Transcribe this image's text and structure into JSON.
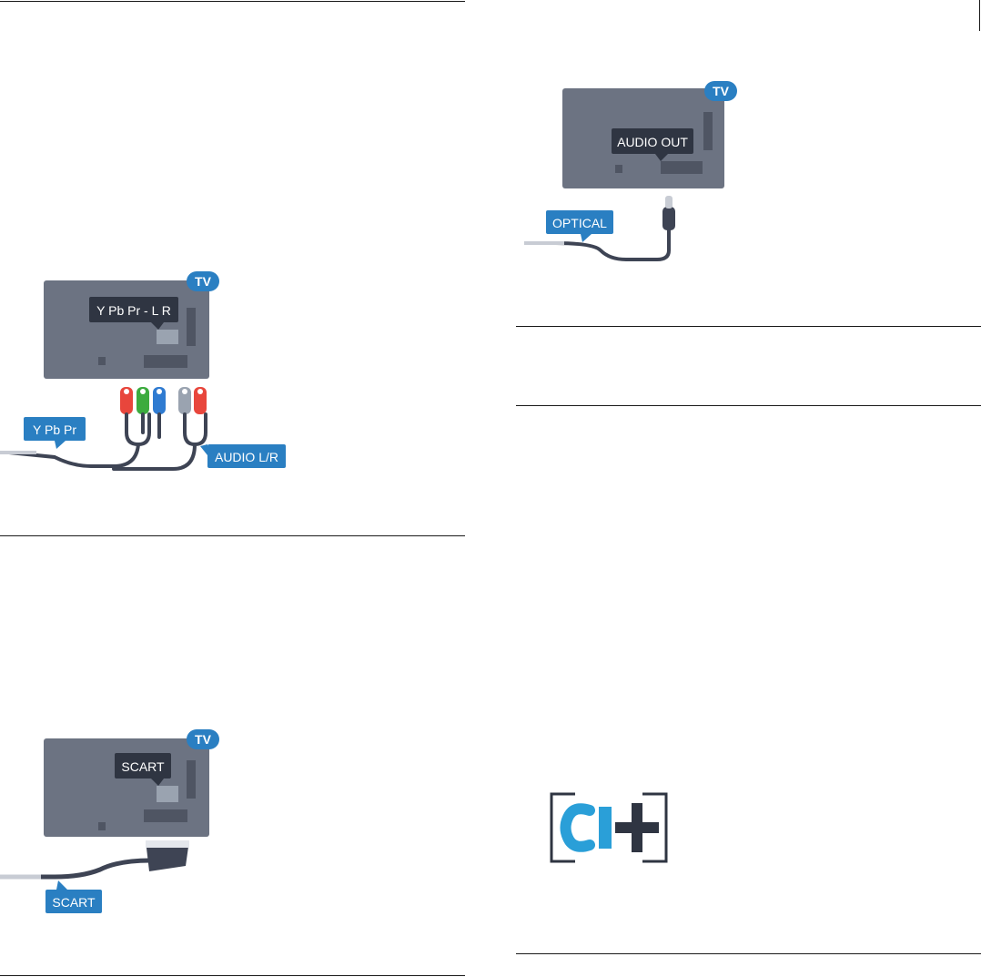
{
  "colors": {
    "tv_panel": "#6c7382",
    "tv_panel_dark": "#4f5563",
    "callout_dark": "#2f3542",
    "callout_blue": "#2a7fc2",
    "cable": "#3e4454",
    "rca_red": "#e8463c",
    "rca_green": "#3cab3e",
    "rca_blue": "#2f7bd1",
    "rca_grey": "#9aa3b0",
    "ci_blue": "#2a9fd8",
    "rule": "#1a1a1a"
  },
  "figures": {
    "component": {
      "tv_badge": "TV",
      "port_label": "Y Pb Pr - L R",
      "cable_label_left": "Y Pb Pr",
      "cable_label_right": "AUDIO L/R"
    },
    "optical": {
      "tv_badge": "TV",
      "port_label": "AUDIO OUT",
      "cable_label": "OPTICAL"
    },
    "scart": {
      "tv_badge": "TV",
      "port_label": "SCART",
      "cable_label": "SCART"
    },
    "ci_logo": {
      "icon": "ci-plus-logo"
    }
  }
}
